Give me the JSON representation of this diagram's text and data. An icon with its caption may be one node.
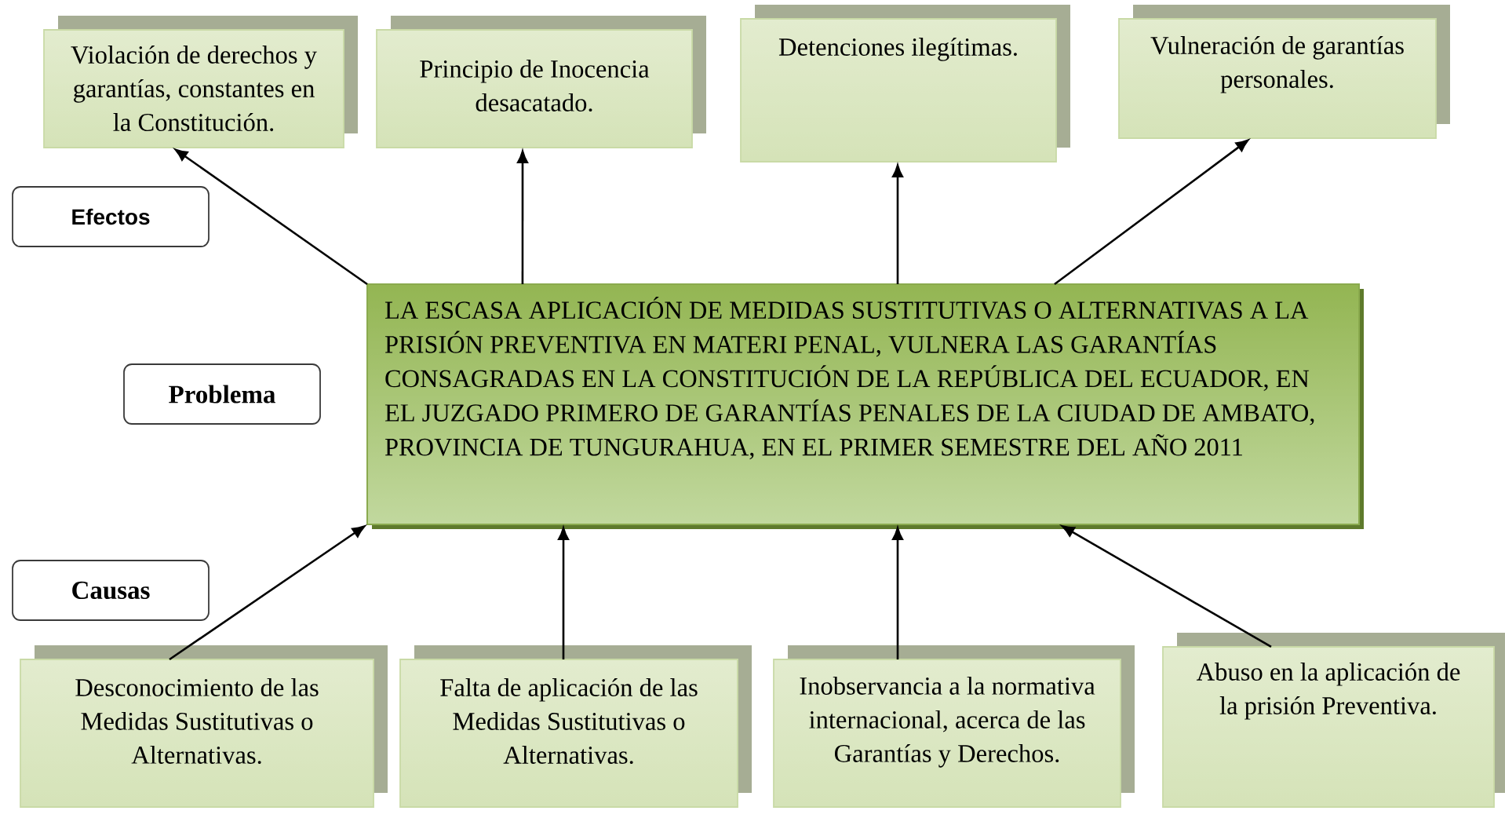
{
  "diagram": {
    "nodes": [
      {
        "text": [
          "Violación de derechos y garantías, constantes en la Constitución."
        ]
      },
      {
        "text": [
          "Principio de Inocencia desacatado."
        ]
      },
      {
        "text": [
          "Detenciones ilegítimas."
        ]
      },
      {
        "text": [
          "Vulneración de garantías personales."
        ]
      },
      {
        "text": [
          "Efectos"
        ]
      },
      {
        "text": [
          "Problema"
        ]
      },
      {
        "text": [
          "LA ESCASA APLICACIÓN DE MEDIDAS SUSTITUTIVAS O ALTERNATIVAS A LA PRISIÓN PREVENTIVA EN MATERI PENAL, VULNERA LAS GARANTÍAS CONSAGRADAS EN LA CONSTITUCIÓN DE LA REPÚBLICA DEL ECUADOR, EN EL JUZGADO PRIMERO DE GARANTÍAS PENALES DE LA CIUDAD DE AMBATO, PROVINCIA DE TUNGURAHUA, EN EL PRIMER SEMESTRE DEL AÑO 2011"
        ]
      },
      {
        "text": [
          "Causas"
        ]
      },
      {
        "text": [
          "Desconocimiento de las Medidas Sustitutivas o Alternativas."
        ]
      },
      {
        "text": [
          "Falta de aplicación de las Medidas Sustitutivas o Alternativas."
        ]
      },
      {
        "text": [
          "Inobservancia a la normativa internacional, acerca de las Garantías y Derechos."
        ]
      },
      {
        "text": [
          "Abuso en la aplicación de la prisión Preventiva."
        ]
      }
    ],
    "edges": [
      {
        "from": 6,
        "to": 0,
        "arrow": "to"
      },
      {
        "from": 6,
        "to": 1,
        "arrow": "to"
      },
      {
        "from": 6,
        "to": 2,
        "arrow": "to"
      },
      {
        "from": 6,
        "to": 3,
        "arrow": "to"
      },
      {
        "from": 8,
        "to": 6,
        "arrow": "to"
      },
      {
        "from": 9,
        "to": 6,
        "arrow": "to"
      },
      {
        "from": 10,
        "to": 6,
        "arrow": "to"
      },
      {
        "from": 11,
        "to": 6,
        "arrow": "to"
      }
    ]
  }
}
